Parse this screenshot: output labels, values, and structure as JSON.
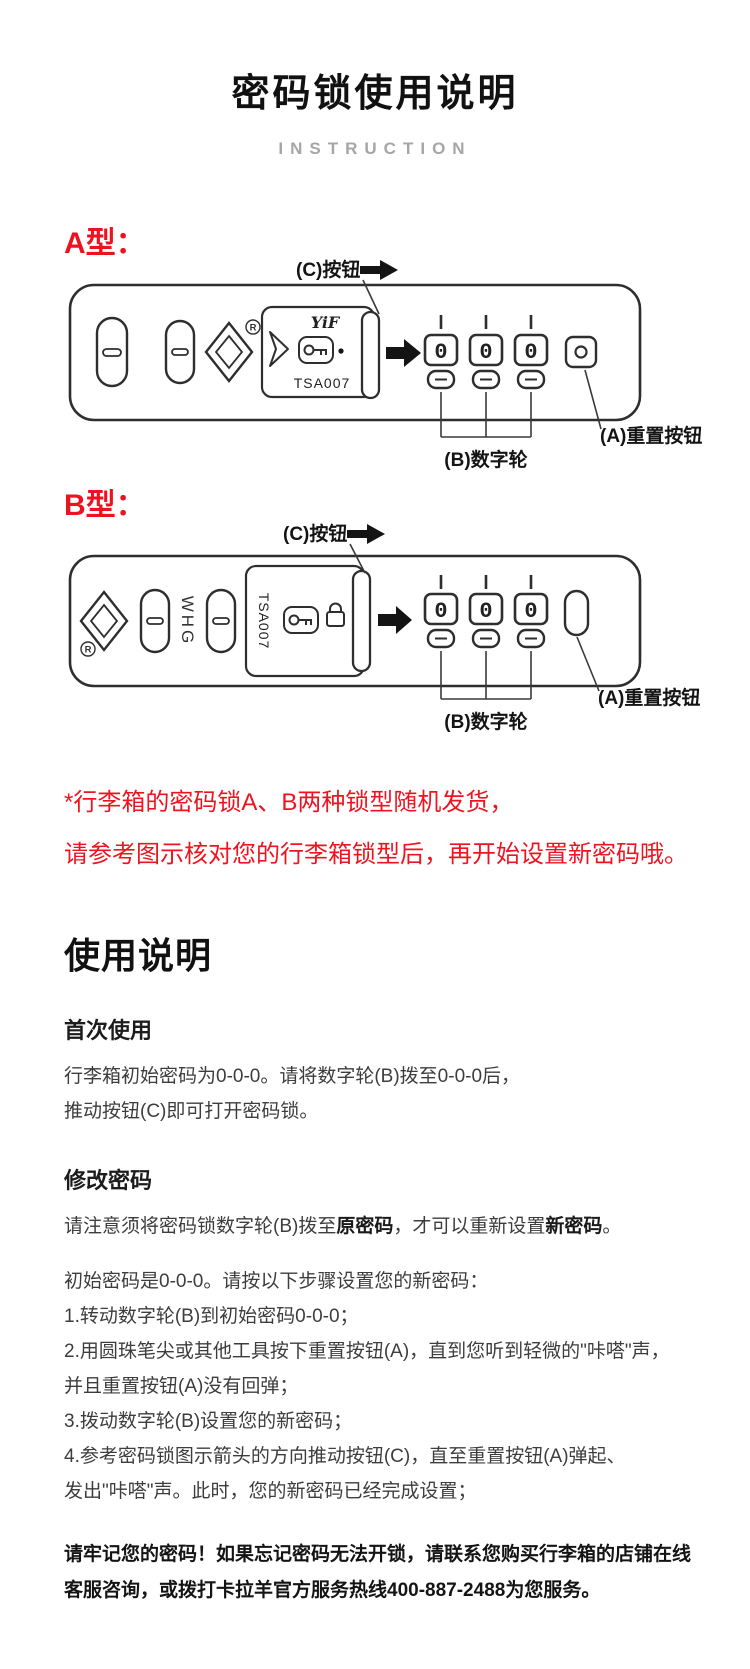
{
  "header": {
    "title": "密码锁使用说明",
    "subtitle": "INSTRUCTION"
  },
  "lock_a": {
    "label": "A型：",
    "button_c_label": "(C)按钮",
    "reset_label": "(A)重置按钮",
    "wheel_label": "(B)数字轮",
    "brand": "YiF",
    "model": "TSA007",
    "registered": "R",
    "wheel_digits": [
      "0",
      "0",
      "0"
    ]
  },
  "lock_b": {
    "label": "B型：",
    "button_c_label": "(C)按钮",
    "reset_label": "(A)重置按钮",
    "wheel_label": "(B)数字轮",
    "brand": "WHG",
    "model": "TSA007",
    "registered": "R",
    "wheel_digits": [
      "0",
      "0",
      "0"
    ]
  },
  "notice": {
    "line1": "*行李箱的密码锁A、B两种锁型随机发货，",
    "line2": "请参考图示核对您的行李箱锁型后，再开始设置新密码哦。"
  },
  "instructions": {
    "heading": "使用说明",
    "first_use": {
      "heading": "首次使用",
      "lines": [
        "行李箱初始密码为0-0-0。请将数字轮(B)拨至0-0-0后，",
        "推动按钮(C)即可打开密码锁。"
      ]
    },
    "change_password": {
      "heading": "修改密码",
      "note": {
        "prefix": "请注意须将密码锁数字轮(B)拨至",
        "bold1": "原密码",
        "middle": "，才可以重新设置",
        "bold2": "新密码",
        "suffix": "。"
      },
      "intro": "初始密码是0-0-0。请按以下步骤设置您的新密码：",
      "steps": [
        "1.转动数字轮(B)到初始密码0-0-0；",
        "2.用圆珠笔尖或其他工具按下重置按钮(A)，直到您听到轻微的\"咔嗒\"声，",
        "并且重置按钮(A)没有回弹；",
        "3.拨动数字轮(B)设置您的新密码；",
        "4.参考密码锁图示箭头的方向推动按钮(C)，直至重置按钮(A)弹起、",
        "发出\"咔嗒\"声。此时，您的新密码已经完成设置；"
      ]
    },
    "warning": {
      "lines": [
        "请牢记您的密码！如果忘记密码无法开锁，请联系您购买行李箱的店铺在线",
        "客服咨询，或拨打卡拉羊官方服务热线400-887-2488为您服务。"
      ]
    }
  },
  "colors": {
    "accent_red": "#ee1220",
    "ink": "#2e2e2e"
  }
}
